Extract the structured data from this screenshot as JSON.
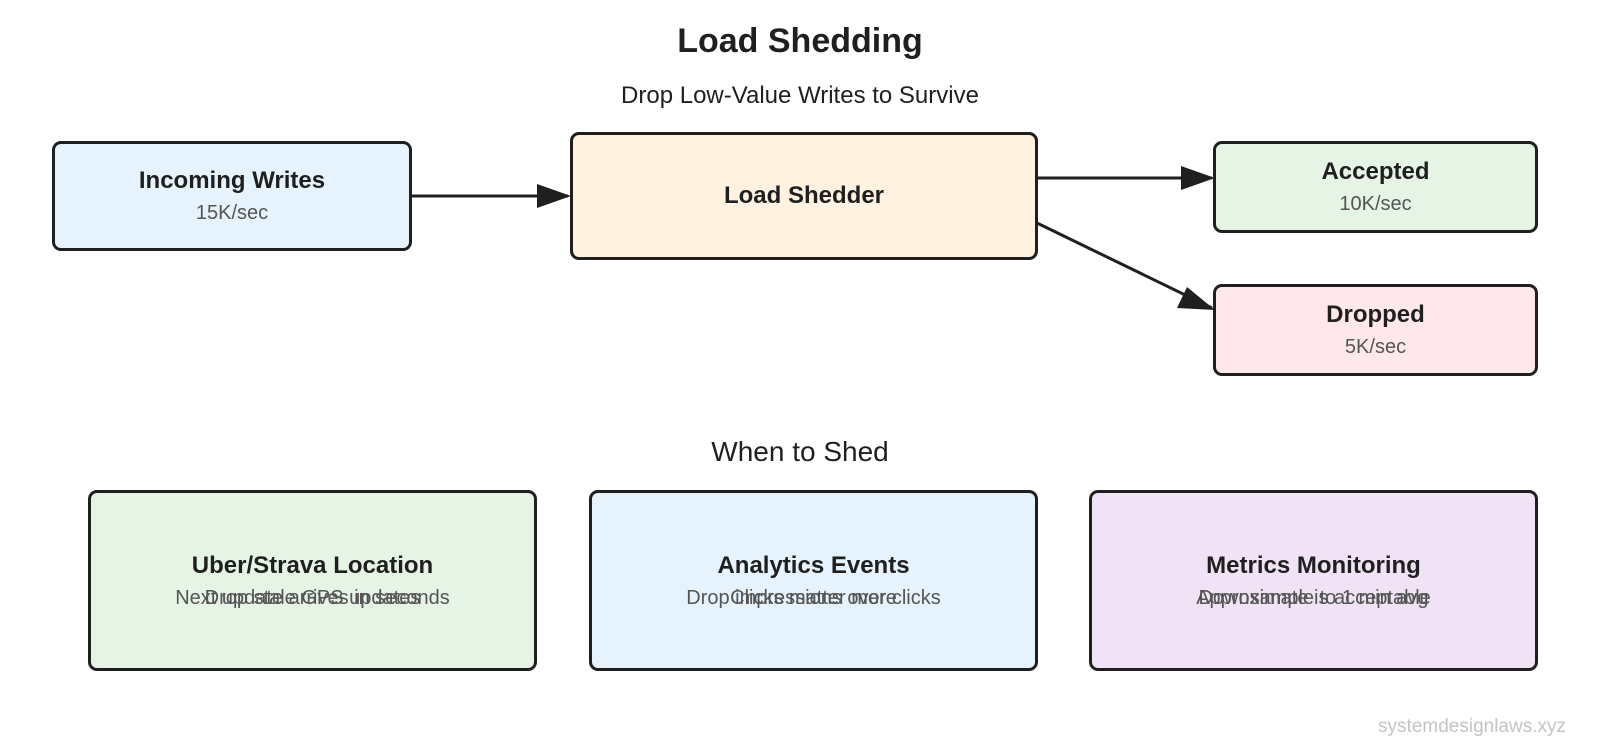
{
  "title": "Load Shedding",
  "subtitle": "Drop Low-Value Writes to Survive",
  "nodes": {
    "incoming": {
      "label": "Incoming Writes",
      "rate": "15K/sec",
      "fill": "#e6f3fc"
    },
    "shedder": {
      "label": "Load Shedder",
      "fill": "#fff2e0"
    },
    "accepted": {
      "label": "Accepted",
      "rate": "10K/sec",
      "fill": "#e6f4e6"
    },
    "dropped": {
      "label": "Dropped",
      "rate": "5K/sec",
      "fill": "#ffe8ec"
    }
  },
  "section_title": "When to Shed",
  "cases": [
    {
      "title": "Uber/Strava Location",
      "line_a": "Drop stale GPS updates",
      "line_b": "Next update arrives in seconds",
      "fill": "#e6f4e6"
    },
    {
      "title": "Analytics Events",
      "line_a": "Drop impressions over clicks",
      "line_b": "Clicks matter more",
      "fill": "#e6f3fc"
    },
    {
      "title": "Metrics Monitoring",
      "line_a": "Downsample to 1 min avg",
      "line_b": "Approximate is acceptable",
      "fill": "#f1e3f5"
    }
  ],
  "watermark": "systemdesignlaws.xyz",
  "colors": {
    "stroke": "#1f1f1f",
    "muted_text": "#555555",
    "watermark": "#c4c4c4"
  }
}
